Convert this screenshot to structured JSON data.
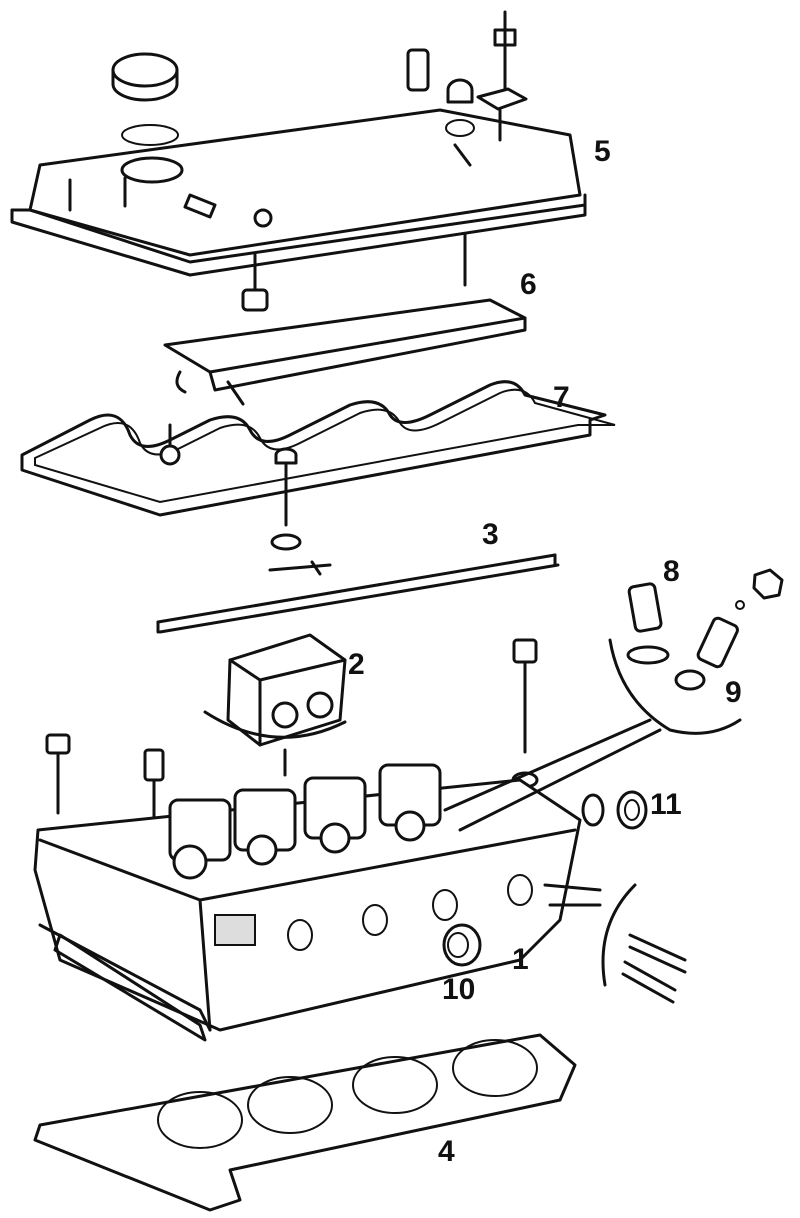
{
  "title": "Cylinder head exploded view",
  "callouts": {
    "p1": "1",
    "p2": "2",
    "p3": "3",
    "p4": "4",
    "p5": "5",
    "p6": "6",
    "p7": "7",
    "p8": "8",
    "p9": "9",
    "p10": "10",
    "p11": "11"
  }
}
